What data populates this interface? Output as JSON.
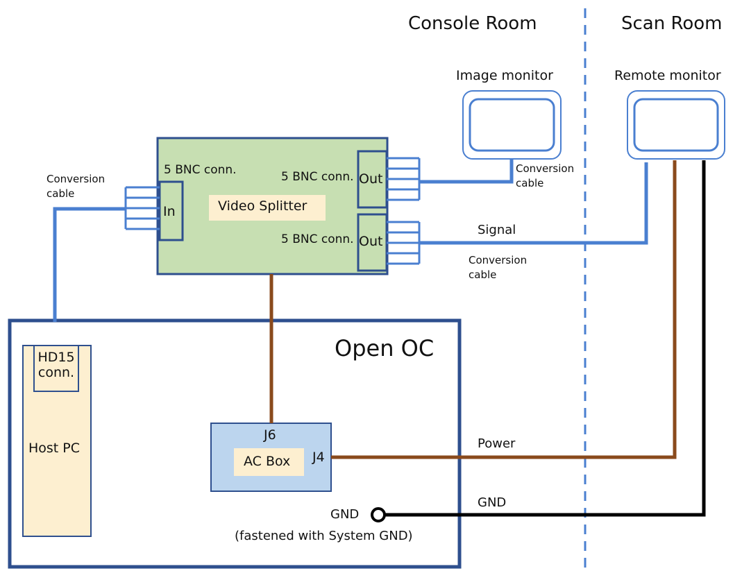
{
  "rooms": {
    "console": "Console Room",
    "scan": "Scan Room"
  },
  "devices": {
    "image_monitor": "Image monitor",
    "remote_monitor": "Remote monitor",
    "video_splitter": "Video Splitter",
    "open_oc": "Open OC",
    "host_pc": "Host PC",
    "hd15": [
      "HD15",
      "conn."
    ],
    "ac_box": "AC Box",
    "j6": "J6",
    "j4": "J4"
  },
  "splitter_ports": {
    "in_connector": "5 BNC conn.",
    "out1_connector": "5 BNC conn.",
    "out2_connector": "5 BNC conn.",
    "in": "In",
    "out1": "Out",
    "out2": "Out"
  },
  "cables": {
    "conversion_left": [
      "Conversion",
      "cable"
    ],
    "conversion_top": [
      "Conversion",
      "cable"
    ],
    "conversion_mid": [
      "Conversion",
      "cable"
    ],
    "signal": "Signal",
    "power": "Power",
    "gnd": "GND"
  },
  "ground": {
    "label": "GND",
    "note": "(fastened with System GND)"
  },
  "colors": {
    "signal": "#4a7fd0",
    "power": "#8a4a1c",
    "ground": "#000000",
    "box_border": "#2e4f8e",
    "splitter_fill": "#c7dfb2",
    "ac_box_fill": "#bcd5ee",
    "host_pc_fill": "#fdefd0",
    "divider": "#4a7fd0"
  }
}
